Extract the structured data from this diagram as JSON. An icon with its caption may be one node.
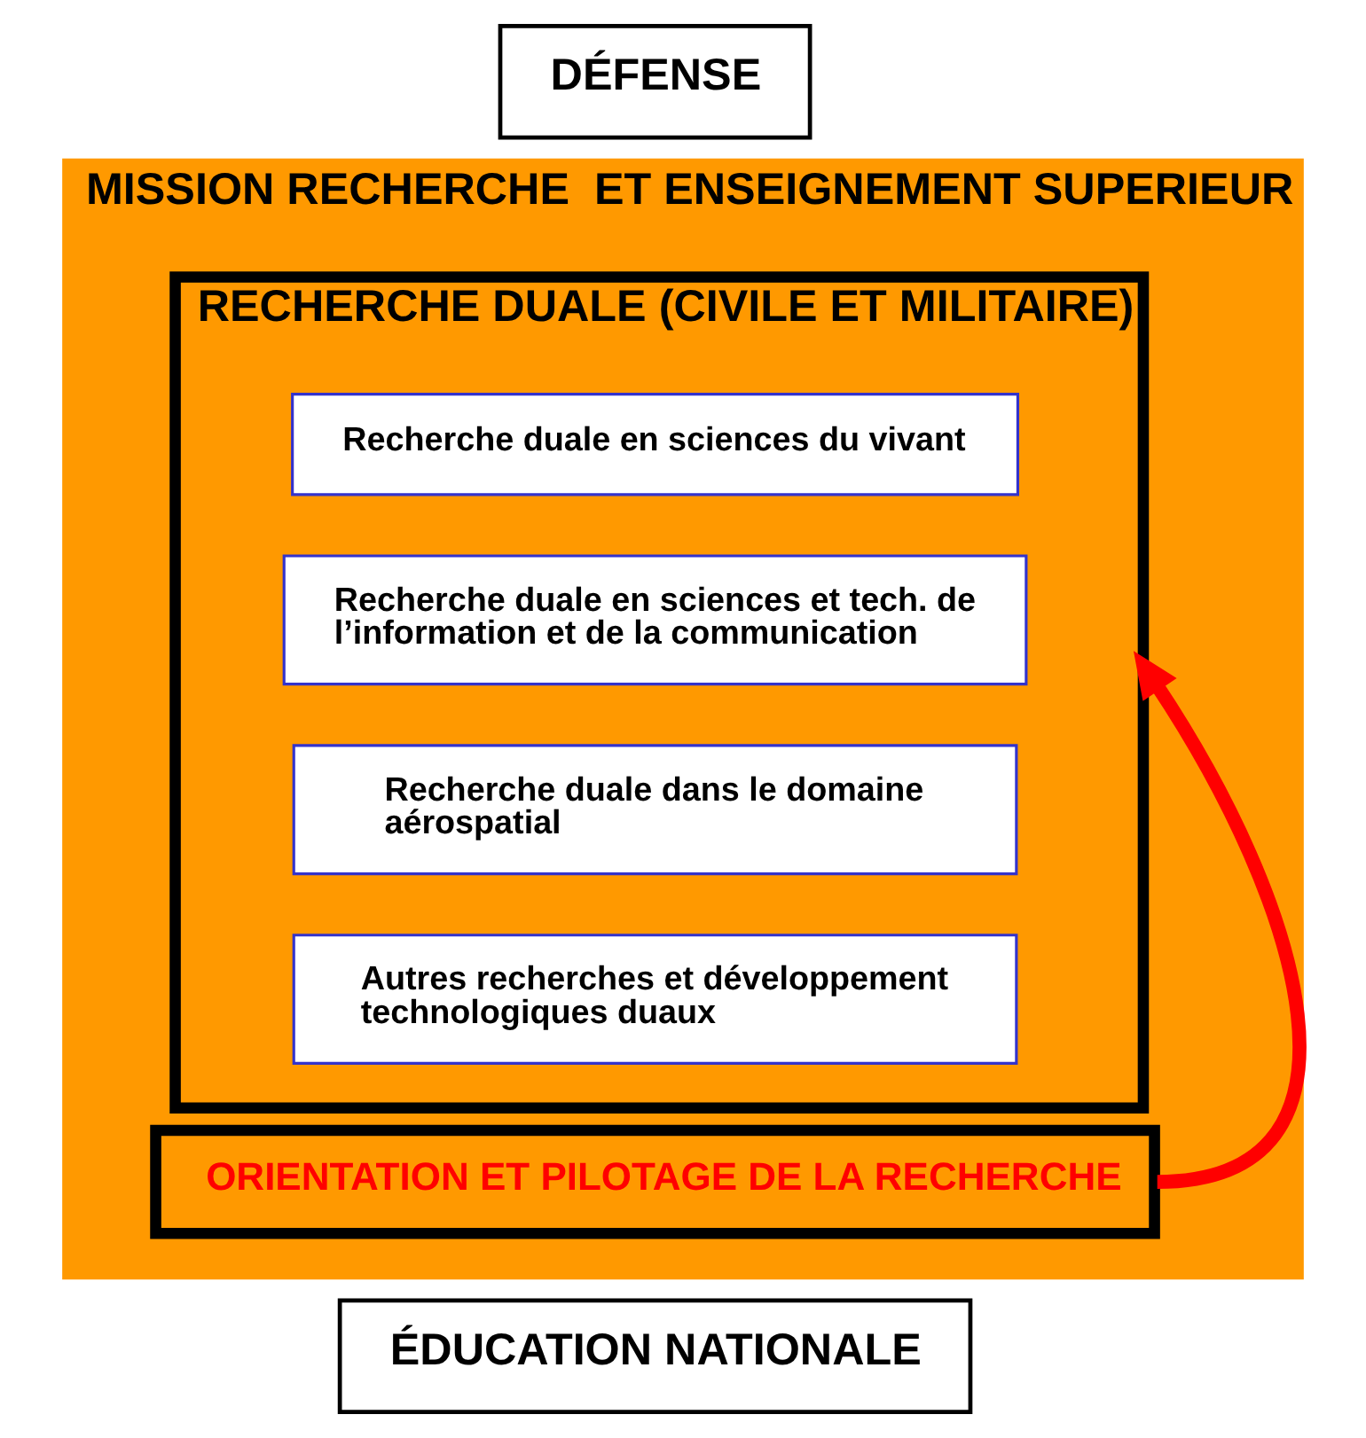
{
  "diagram": {
    "nodes": [
      {
        "text": [
          "DÉFENSE"
        ]
      },
      {
        "text": [
          "MISSION RECHERCHE  ET ENSEIGNEMENT SUPERIEUR"
        ]
      },
      {
        "text": [
          "RECHERCHE DUALE (CIVILE ET MILITAIRE)"
        ],
        "in": 1
      },
      {
        "text": [
          "Recherche duale en sciences du vivant"
        ],
        "in": 2
      },
      {
        "text": [
          "Recherche duale en sciences et tech. de l’information et de la communication"
        ],
        "in": 2
      },
      {
        "text": [
          "Recherche duale dans le domaine aérospatial"
        ],
        "in": 2
      },
      {
        "text": [
          "Autres recherches et développement technologiques duaux"
        ],
        "in": 2
      },
      {
        "text": [
          "ÉDUCATION NATIONALE"
        ]
      },
      {
        "text": [
          "ORIENTATION ET PILOTAGE DE LA RECHERCHE"
        ],
        "in": 1
      }
    ],
    "edges": [
      {
        "from": 8,
        "to": 2,
        "arrow": "to",
        "color": "#ff0000"
      }
    ]
  }
}
